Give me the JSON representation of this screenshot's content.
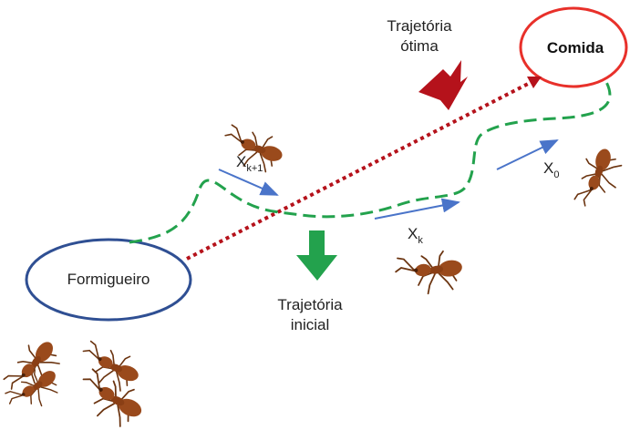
{
  "labels": {
    "food": "Comida",
    "nest": "Formigueiro",
    "optimal_line1": "Trajetória",
    "optimal_line2": "ótima",
    "initial_line1": "Trajetória",
    "initial_line2": "inicial",
    "x0_base": "X",
    "x0_sub": "0",
    "xk_base": "X",
    "xk_sub": "k",
    "xk1_base": "X",
    "xk1_sub": "k+1"
  },
  "colors": {
    "food_ellipse": "#e8302a",
    "nest_ellipse": "#2f4f93",
    "optimal_path": "#b5121b",
    "optimal_arrow": "#b5121b",
    "initial_path": "#23a24d",
    "initial_arrow": "#23a24d",
    "vectors": "#4a74c9",
    "ant_body": "#9a4a1c",
    "ant_legs": "#6b3410"
  },
  "icons": {
    "ant": "ant-icon",
    "arrow_up": "arrow-up-right-icon",
    "arrow_down": "arrow-down-icon"
  }
}
